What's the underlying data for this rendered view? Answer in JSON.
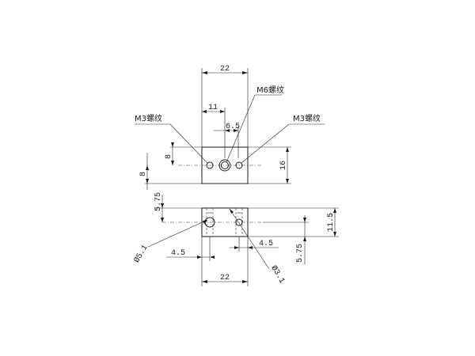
{
  "front_view": {
    "dims": {
      "width_22": "22",
      "offset_11": "11",
      "offset_6_5": "6.5",
      "height_16": "16",
      "height_8_inner": "8",
      "height_8_outer": "8"
    },
    "callouts": {
      "m6_thread": "M6螺纹",
      "m3_thread_left": "M3螺纹",
      "m3_thread_right": "M3螺纹"
    }
  },
  "top_view": {
    "dims": {
      "top_5_75": "5.75",
      "height_11_5": "11.5",
      "bottom_5_75": "5.75",
      "offset_4_5_left": "4.5",
      "offset_4_5_right": "4.5",
      "width_22": "22",
      "dia_5_1": "Ø5.1",
      "dia_3_1": "Ø3.1"
    }
  }
}
